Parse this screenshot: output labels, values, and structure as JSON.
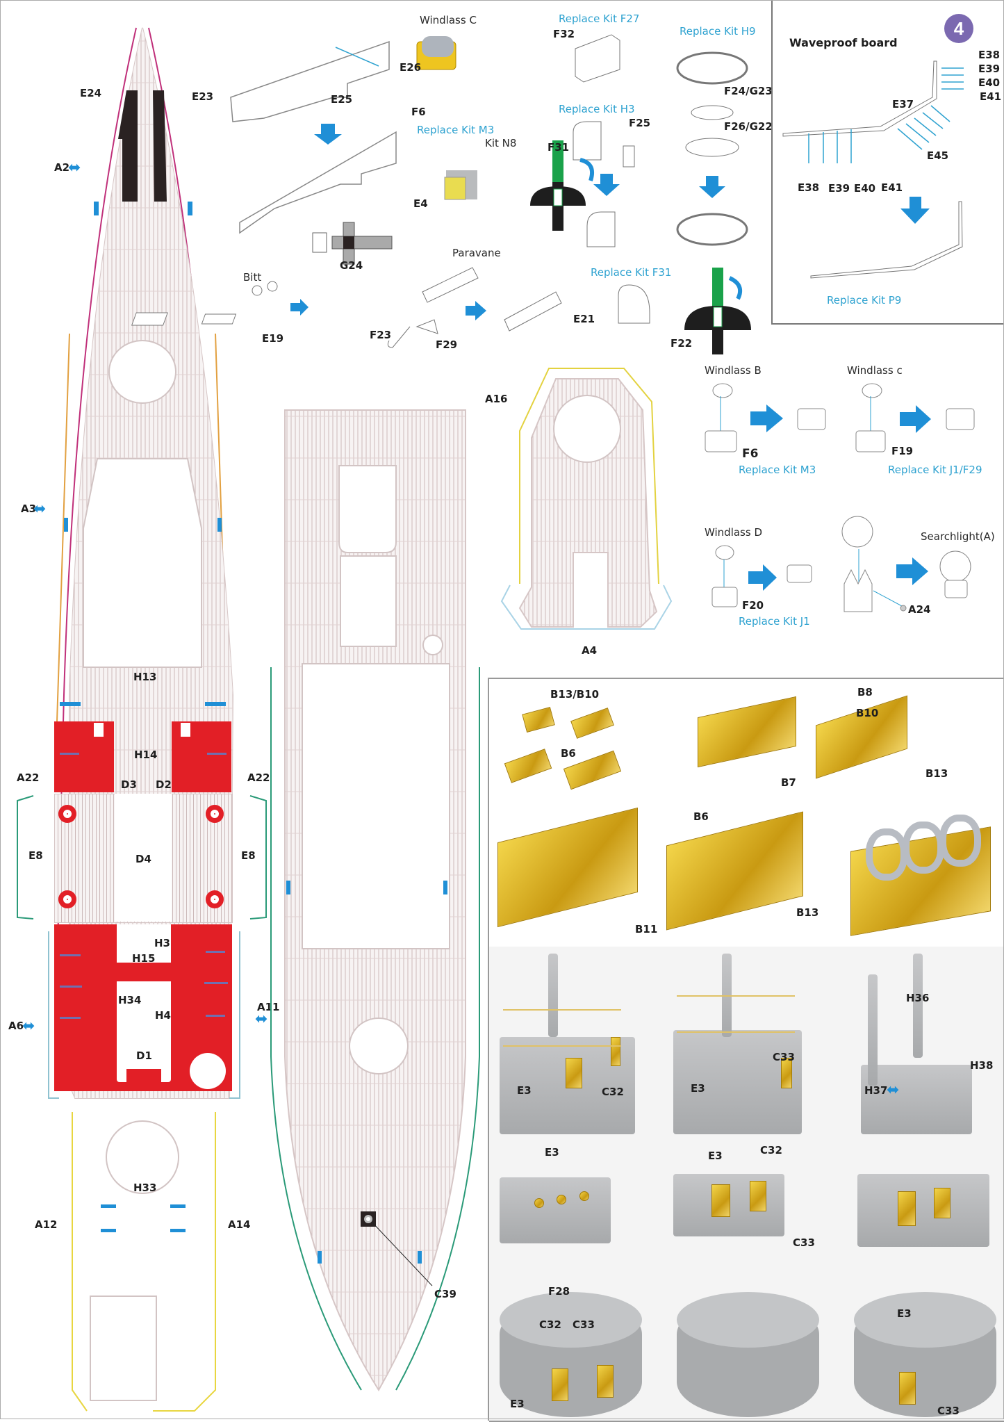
{
  "step": {
    "number": "4",
    "title": "Waveproof board",
    "badge_color": "#7b69b0"
  },
  "colors": {
    "accent_blue": "#1f8fd6",
    "kit_text": "#2ea2d0",
    "deck_red": "#e21f26",
    "brass": "#d4ac1c"
  },
  "waveproof": {
    "top_labels": [
      "E38",
      "E39",
      "E40",
      "E41"
    ],
    "mid_label": "E37",
    "side_label": "E45",
    "bottom_labels": [
      "E38",
      "E39",
      "E40",
      "E41"
    ],
    "replace_kit": "Replace Kit P9"
  },
  "bow_parts": {
    "e26": "E26",
    "e25": "E25",
    "windlass_c": "Windlass C",
    "f6": "F6",
    "replace_m3": "Replace Kit M3",
    "kit_n8": "Kit N8",
    "e4": "E4",
    "g24": "G24",
    "bitt": "Bitt",
    "e19": "E19",
    "paravane": "Paravane",
    "f23": "F23",
    "f29": "F29"
  },
  "vent_parts": {
    "replace_f27": "Replace Kit F27",
    "f32": "F32",
    "replace_h3": "Replace Kit H3",
    "f31": "F31",
    "f25": "F25",
    "replace_h9": "Replace Kit H9",
    "f24g23": "F24/G23",
    "f26g22": "F26/G22",
    "replace_f31": "Replace Kit F31",
    "e21": "E21",
    "f22": "F22"
  },
  "windlasses": {
    "b": {
      "title": "Windlass B",
      "part": "F6",
      "kit": "Replace Kit M3"
    },
    "c": {
      "title": "Windlass c",
      "part": "F19",
      "kit": "Replace Kit J1/F29"
    },
    "d": {
      "title": "Windlass D",
      "part": "F20",
      "kit": "Replace Kit J1"
    },
    "searchlight": {
      "title": "Searchlight(A)",
      "part": "A24"
    }
  },
  "aft_deck": {
    "a16": "A16",
    "a4": "A4"
  },
  "main_deck": {
    "e24": "E24",
    "e23": "E23",
    "a2": "A2",
    "a3": "A3",
    "h13": "H13",
    "h14": "H14",
    "d3": "D3",
    "d2": "D2",
    "a22_left": "A22",
    "a22_right": "A22",
    "e8_left": "E8",
    "e8_right": "E8",
    "d4": "D4",
    "h3": "H3",
    "h15": "H15",
    "h34": "H34",
    "h4": "H4",
    "d1": "D1",
    "a6": "A6",
    "a11": "A11",
    "h33": "H33",
    "a12": "A12",
    "a14": "A14",
    "c39": "C39"
  },
  "photos": {
    "row1": {
      "b13b10": "B13/B10",
      "b6": "B6",
      "b7": "B7",
      "b8": "B8",
      "b10": "B10",
      "b13": "B13"
    },
    "row2": {
      "b11": "B11",
      "b6": "B6",
      "b13": "B13"
    },
    "row3": {
      "e3_a": "E3",
      "c32": "C32",
      "e3_b": "E3",
      "c33": "C33",
      "h36": "H36",
      "h37": "H37",
      "h38": "H38"
    },
    "row4": {
      "e3_a": "E3",
      "e3_b": "E3",
      "c32": "C32",
      "c33": "C33"
    },
    "row5": {
      "f28": "F28",
      "c32": "C32",
      "c33": "C33",
      "e3_a": "E3",
      "e3_b": "E3",
      "c33_b": "C33"
    }
  }
}
